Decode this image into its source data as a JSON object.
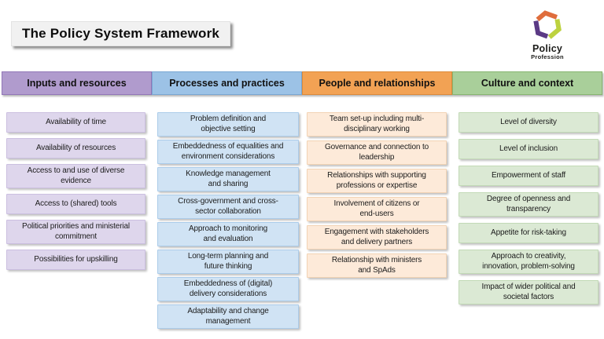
{
  "slide": {
    "title": "The Policy System Framework",
    "background": "#ffffff"
  },
  "logo": {
    "wordmark_line1": "Policy",
    "wordmark_line2": "Profession",
    "colors": {
      "orange": "#df6d3c",
      "purple": "#5b3a85",
      "lime": "#bdd23f"
    }
  },
  "columns": [
    {
      "id": "inputs-and-resources",
      "header": "Inputs and resources",
      "colors": {
        "header": "#b09bcd",
        "header_border": "#9277b8",
        "item": "#ded6ec",
        "item_border": "#cbbfe0"
      },
      "items": [
        "Availability of time",
        "Availability of resources",
        "Access to and use of diverse\nevidence",
        "Access to (shared) tools",
        "Political priorities and ministerial\ncommitment",
        "Possibilities for upskilling"
      ]
    },
    {
      "id": "processes-and-practices",
      "header": "Processes and practices",
      "colors": {
        "header": "#9cc2e6",
        "header_border": "#79a7d3",
        "item": "#d0e3f4",
        "item_border": "#abccea"
      },
      "items": [
        "Problem definition and\nobjective setting",
        "Embeddedness of equalities and\nenvironment considerations",
        "Knowledge management\nand sharing",
        "Cross-government and cross-\nsector collaboration",
        "Approach to monitoring\nand evaluation",
        "Long-term planning and\nfuture thinking",
        "Embeddedness of (digital)\ndelivery considerations",
        "Adaptability and change\nmanagement"
      ]
    },
    {
      "id": "people-and-relationships",
      "header": "People and relationships",
      "colors": {
        "header": "#f2a254",
        "header_border": "#dd8a39",
        "item": "#fdead9",
        "item_border": "#f2d3b4"
      },
      "items": [
        "Team set-up including multi-\ndisciplinary working",
        "Governance and connection to\nleadership",
        "Relationships with supporting\nprofessions or expertise",
        "Involvement of citizens or\nend-users",
        "Engagement with stakeholders\nand delivery partners",
        "Relationship with ministers\nand SpAds"
      ]
    },
    {
      "id": "culture-and-context",
      "header": "Culture and context",
      "colors": {
        "header": "#a9cf9a",
        "header_border": "#87b671",
        "item": "#dbe9d4",
        "item_border": "#c2dab6"
      },
      "items": [
        "Level of diversity",
        "Level of inclusion",
        "Empowerment of staff",
        "Degree of openness and\ntransparency",
        "Appetite for risk-taking",
        "Approach to creativity,\ninnovation, problem-solving",
        "Impact of wider political and\nsocietal factors"
      ]
    }
  ]
}
